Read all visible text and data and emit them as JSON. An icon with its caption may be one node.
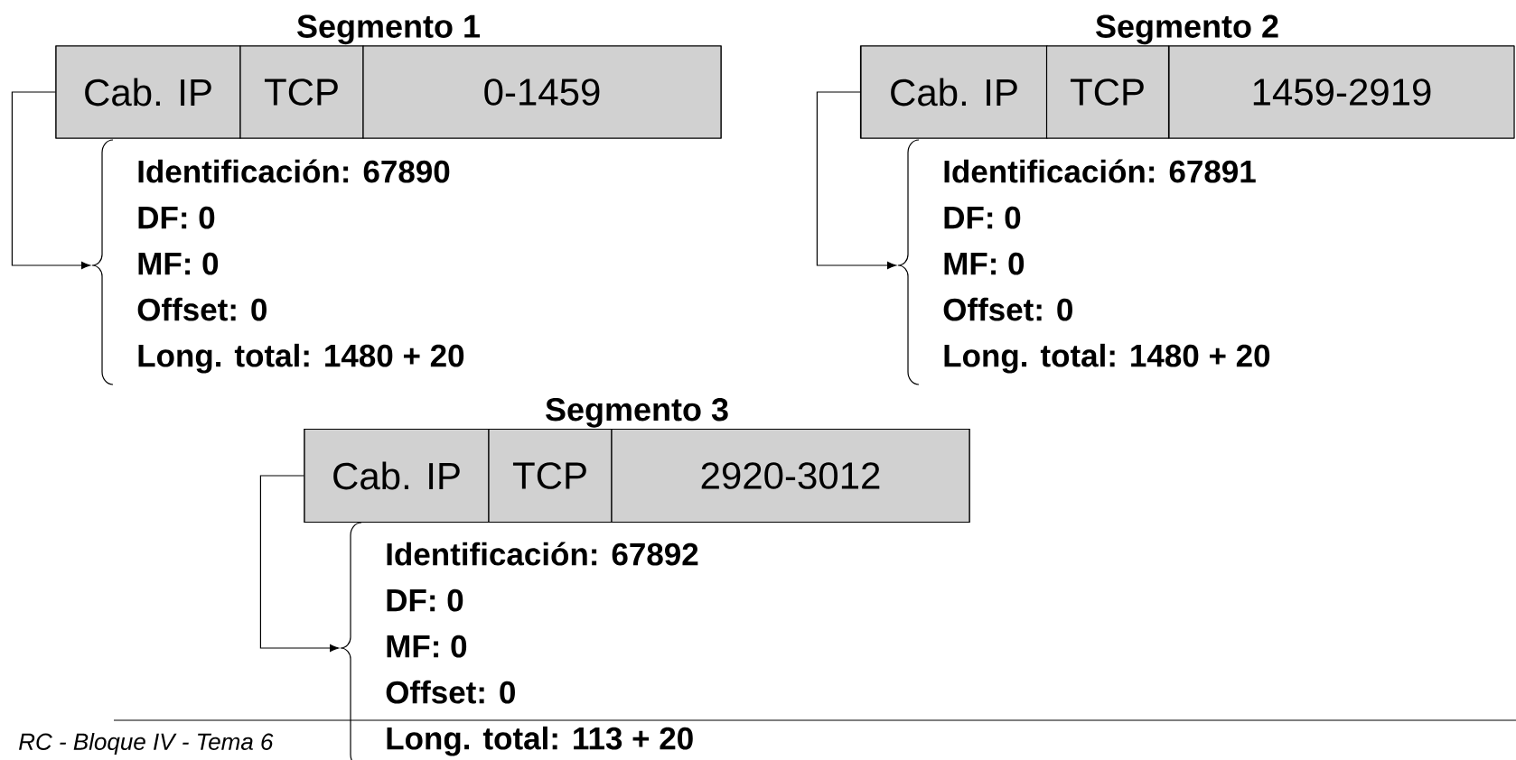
{
  "diagram": {
    "nodes": [
      {
        "text": [
          "Segmento 1"
        ]
      },
      {
        "text": [
          "Cab. IP"
        ],
        "in": 0
      },
      {
        "text": [
          "TCP"
        ],
        "in": 0
      },
      {
        "text": [
          "0-1459"
        ],
        "in": 0
      },
      {
        "text": [
          "Identificación: 67890",
          "DF: 0",
          "MF: 0",
          "Offset: 0",
          "Long. total: 1480 + 20"
        ]
      },
      {
        "text": [
          "Segmento 2"
        ]
      },
      {
        "text": [
          "Cab. IP"
        ],
        "in": 5
      },
      {
        "text": [
          "TCP"
        ],
        "in": 5
      },
      {
        "text": [
          "1459-2919"
        ],
        "in": 5
      },
      {
        "text": [
          "Identificación: 67891",
          "DF: 0",
          "MF: 0",
          "Offset: 0",
          "Long. total: 1480 + 20"
        ]
      },
      {
        "text": [
          "Segmento 3"
        ]
      },
      {
        "text": [
          "Cab. IP"
        ],
        "in": 10
      },
      {
        "text": [
          "TCP"
        ],
        "in": 10
      },
      {
        "text": [
          "2920-3012"
        ],
        "in": 10
      },
      {
        "text": [
          "Identificación: 67892",
          "DF: 0",
          "MF: 0",
          "Offset: 0",
          "Long. total: 113 + 20"
        ]
      }
    ],
    "edges": [
      {
        "from": 1,
        "to": 4,
        "arrow": "to"
      },
      {
        "from": 6,
        "to": 9,
        "arrow": "to"
      },
      {
        "from": 11,
        "to": 14,
        "arrow": "to"
      }
    ],
    "labels": [
      "RC - Bloque IV - Tema 6"
    ]
  }
}
